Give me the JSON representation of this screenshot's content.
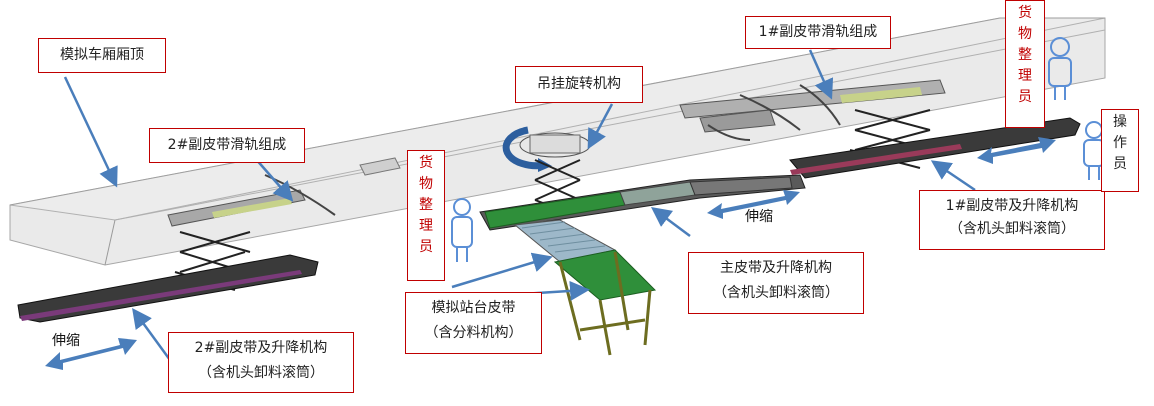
{
  "labels": {
    "roof": "模拟车厢厢顶",
    "slide1": "1#副皮带滑轨组成",
    "slide2": "2#副皮带滑轨组成",
    "hanger": "吊挂旋转机构",
    "main_l1": "主皮带及升降机构",
    "main_l2": "（含机头卸料滚筒）",
    "aux1_l1": "1#副皮带及升降机构",
    "aux1_l2": "（含机头卸料滚筒）",
    "aux2_l1": "2#副皮带及升降机构",
    "aux2_l2": "（含机头卸料滚筒）",
    "station_l1": "模拟站台皮带",
    "station_l2": "（含分料机构）",
    "worker_mid": "货物整理员",
    "worker_right": "货物整理员",
    "operator": "操作员",
    "telescope_1": "伸缩",
    "telescope_2": "伸缩"
  },
  "colors": {
    "label_border": "#c00000",
    "arrow": "#4a7ebb",
    "roof": "#dcdcdc",
    "belt_green": "#2f8f3a",
    "belt_dark": "#3a3a3a",
    "person": "#5b8fd6"
  }
}
